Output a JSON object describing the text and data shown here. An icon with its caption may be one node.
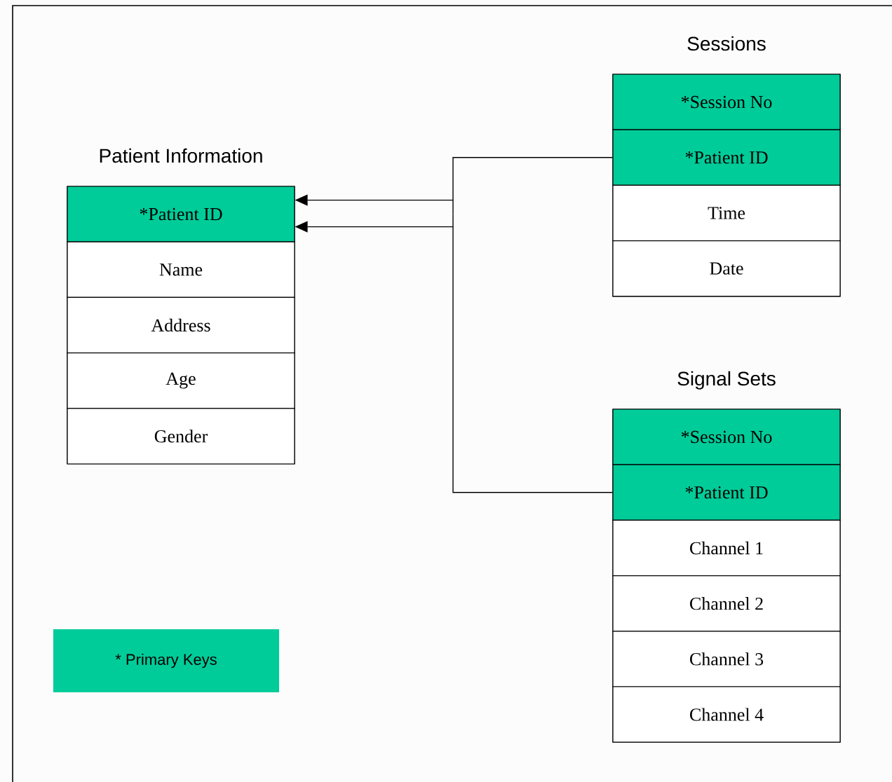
{
  "diagram": {
    "nodes": [
      {
        "text": [
          "Patient Information"
        ]
      },
      {
        "text": [
          "*Patient ID"
        ],
        "in": 0
      },
      {
        "text": [
          "Name"
        ],
        "in": 0
      },
      {
        "text": [
          "Address"
        ],
        "in": 0
      },
      {
        "text": [
          "Age"
        ],
        "in": 0
      },
      {
        "text": [
          "Gender"
        ],
        "in": 0
      },
      {
        "text": [
          "Sessions"
        ]
      },
      {
        "text": [
          "*Session No"
        ],
        "in": 6
      },
      {
        "text": [
          "*Patient ID"
        ],
        "in": 6
      },
      {
        "text": [
          "Time"
        ],
        "in": 6
      },
      {
        "text": [
          "Date"
        ],
        "in": 6
      },
      {
        "text": [
          "Signal Sets"
        ]
      },
      {
        "text": [
          "*Session No"
        ],
        "in": 11
      },
      {
        "text": [
          "*Patient ID"
        ],
        "in": 11
      },
      {
        "text": [
          "Channel 1"
        ],
        "in": 11
      },
      {
        "text": [
          "Channel 2"
        ],
        "in": 11
      },
      {
        "text": [
          "Channel 3"
        ],
        "in": 11
      },
      {
        "text": [
          "Channel 4"
        ],
        "in": 11
      }
    ],
    "edges": [
      {
        "from": 8,
        "to": 1,
        "arrow": "to"
      },
      {
        "from": 13,
        "to": 1,
        "arrow": "to"
      }
    ],
    "legend": [
      {
        "text": "* Primary Keys",
        "color": "#00cc99"
      }
    ]
  }
}
